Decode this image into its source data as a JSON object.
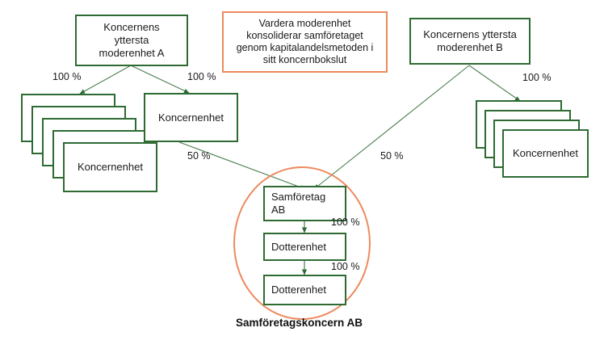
{
  "diagram": {
    "nodes": {
      "parent_a": {
        "label": "Koncernens\nyttersta\nmoderenhet A"
      },
      "parent_b": {
        "label": "Koncernens yttersta\nmoderenhet B"
      },
      "group_unit_left_stack": {
        "label": "Koncernenhet"
      },
      "group_unit_center": {
        "label": "Koncernenhet"
      },
      "group_unit_right_stack": {
        "label": "Koncernenhet"
      },
      "joint_venture": {
        "label": "Samföretag\nAB"
      },
      "subsidiary_1": {
        "label": "Dotterenhet"
      },
      "subsidiary_2": {
        "label": "Dotterenhet"
      }
    },
    "note": {
      "text": "Vardera moderenhet\nkonsoliderar samföretaget\ngenom kapitalandelsmetoden i\nsitt koncernbokslut"
    },
    "edge_labels": {
      "a_to_left_stack": "100 %",
      "a_to_center_unit": "100 %",
      "b_to_right_stack": "100 %",
      "center_unit_to_jv": "50 %",
      "b_to_jv": "50 %",
      "jv_to_sub1": "100 %",
      "sub1_to_sub2": "100 %"
    },
    "caption": "Samföretagskoncern AB",
    "colors": {
      "green": "#2d6b33",
      "orange": "#ed8a5e",
      "edge_green": "#4a7f4e",
      "text": "#1a1a1a"
    }
  }
}
